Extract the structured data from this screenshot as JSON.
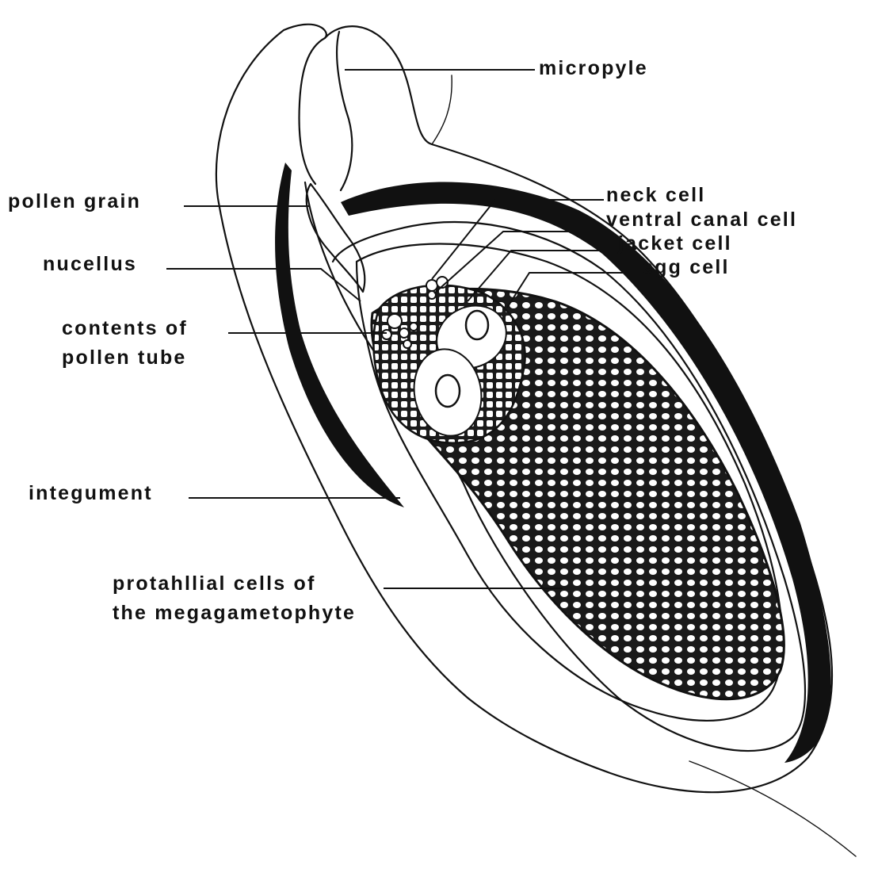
{
  "labels": {
    "micropyle": "micropyle",
    "neck_cell": "neck cell",
    "ventral_canal_cell": "ventral canal cell",
    "jacket_cell": "jacket cell",
    "egg_cell": "egg cell",
    "pollen_grain": "pollen grain",
    "nucellus": "nucellus",
    "contents_line1": "contents of",
    "contents_line2": "pollen tube",
    "integument": "integument",
    "protahllial_line1": "protahllial cells of",
    "protahllial_line2": "the megagametophyte"
  }
}
